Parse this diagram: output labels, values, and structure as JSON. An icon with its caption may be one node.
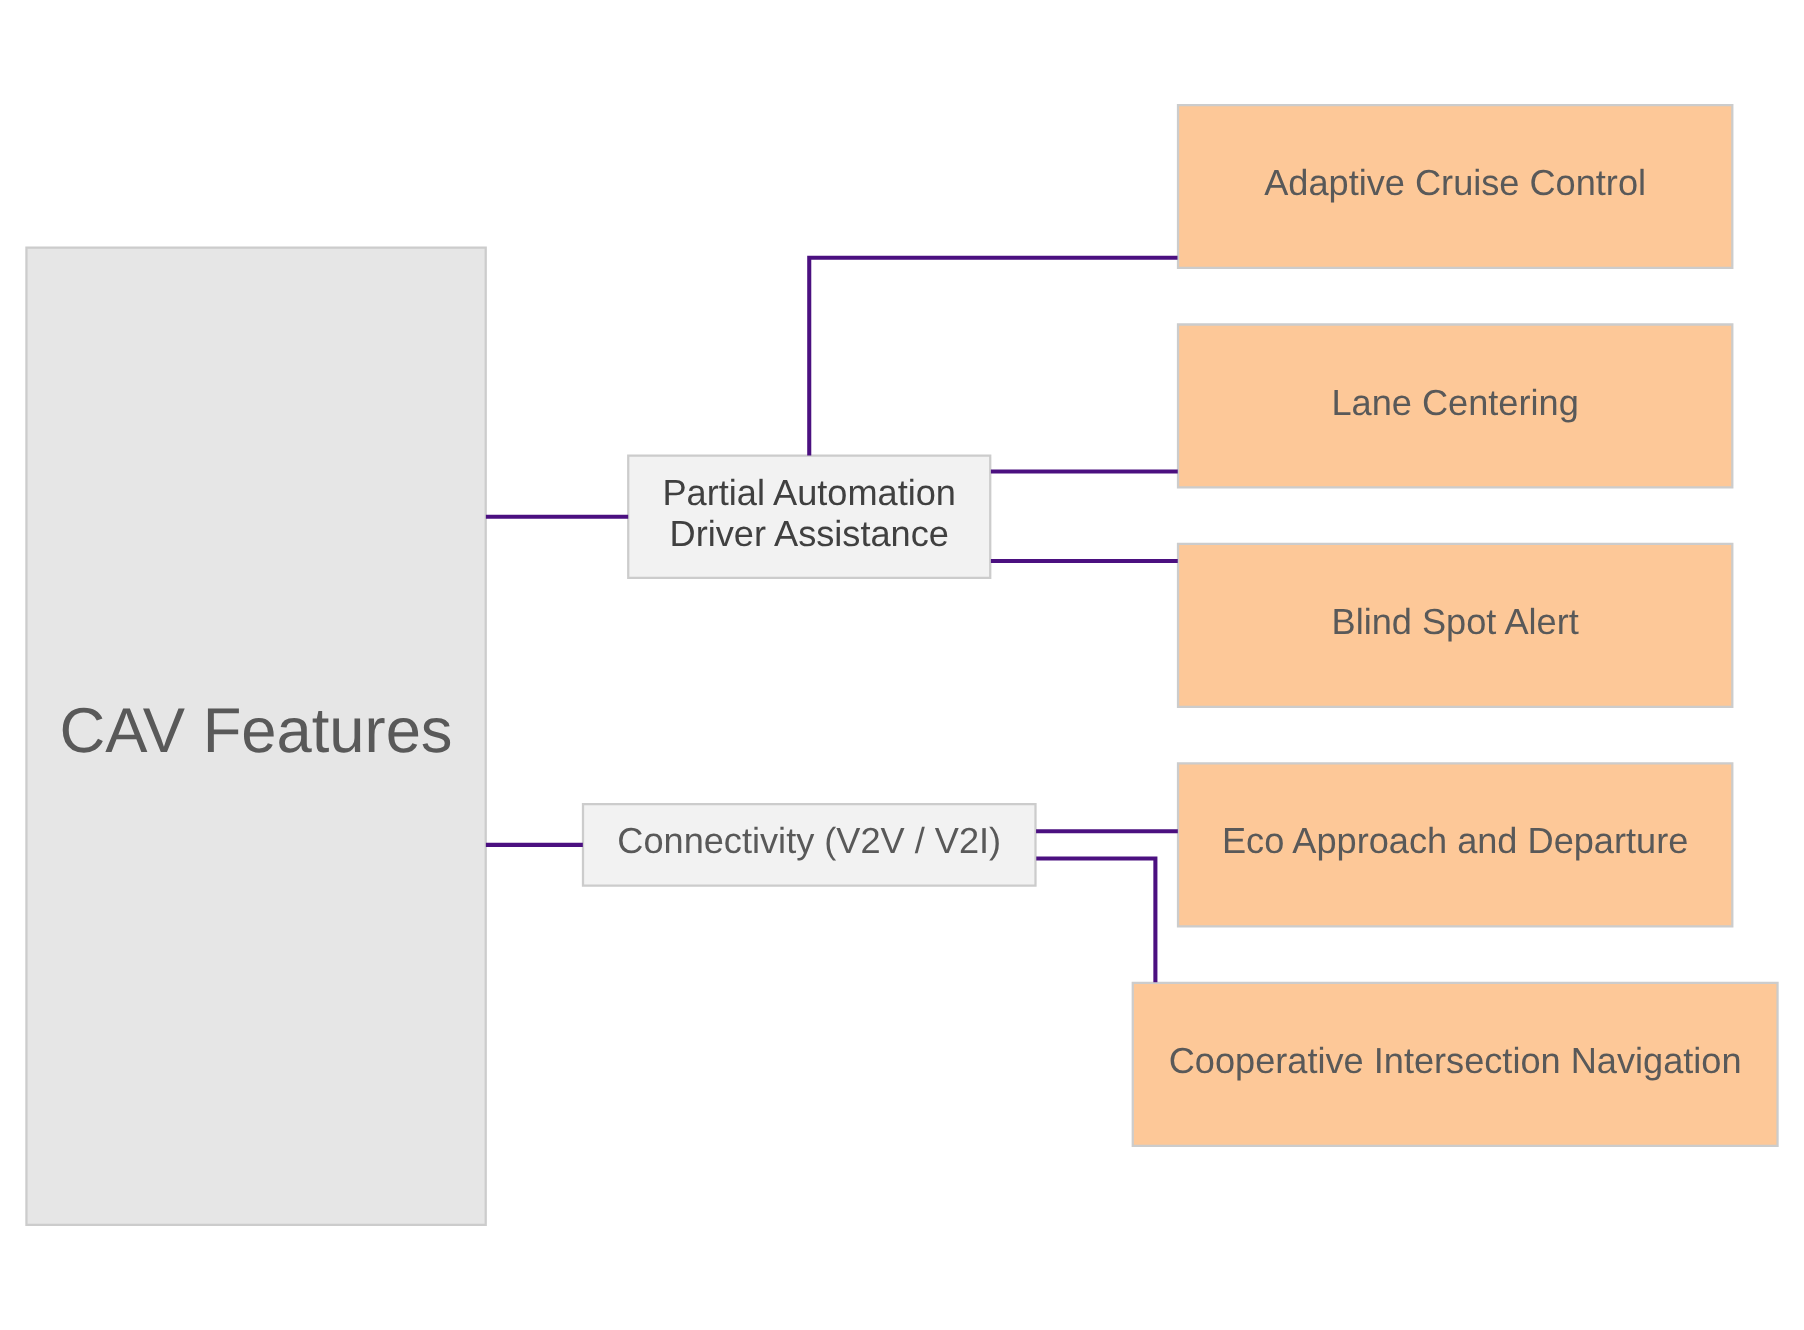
{
  "diagram": {
    "nodes": [
      {
        "text": [
          "CAV Features"
        ]
      },
      {
        "text": [
          "Partial Automation",
          "Driver Assistance"
        ]
      },
      {
        "text": [
          "Connectivity (V2V / V2I)"
        ]
      },
      {
        "text": [
          "Adaptive Cruise Control"
        ]
      },
      {
        "text": [
          "Lane Centering"
        ]
      },
      {
        "text": [
          "Blind Spot Alert"
        ]
      },
      {
        "text": [
          "Eco Approach and Departure"
        ]
      },
      {
        "text": [
          "Cooperative Intersection Navigation"
        ]
      }
    ],
    "edges": [
      {
        "from": 0,
        "to": 1,
        "arrow": "none"
      },
      {
        "from": 0,
        "to": 2,
        "arrow": "none"
      },
      {
        "from": 1,
        "to": 3,
        "arrow": "none"
      },
      {
        "from": 1,
        "to": 4,
        "arrow": "none"
      },
      {
        "from": 1,
        "to": 5,
        "arrow": "none"
      },
      {
        "from": 2,
        "to": 6,
        "arrow": "none"
      },
      {
        "from": 2,
        "to": 7,
        "arrow": "none"
      }
    ]
  }
}
